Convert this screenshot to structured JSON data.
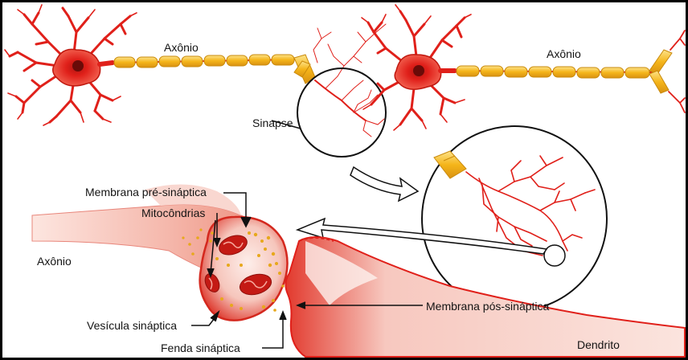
{
  "diagram": {
    "labels": {
      "axon_top_left": "Axônio",
      "axon_top_right": "Axônio",
      "synapse": "Sinapse",
      "presynaptic_membrane": "Membrana pré-sináptica",
      "mitochondria": "Mitocôndrias",
      "axon_bottom": "Axônio",
      "postsynaptic_membrane": "Membrana pós-sináptica",
      "synaptic_vesicle": "Vesícula sináptica",
      "synaptic_cleft": "Fenda sináptica",
      "dendrite": "Dendrito"
    },
    "colors": {
      "neuron": "#e0201a",
      "neuron_dark": "#b31410",
      "myelin": "#f5b51a",
      "myelin_edge": "#c98a0c",
      "tissue_light": "#f7c8bf",
      "tissue_mid": "#ef8c7a",
      "vesicle": "#e7a81c",
      "border": "#000000"
    }
  }
}
